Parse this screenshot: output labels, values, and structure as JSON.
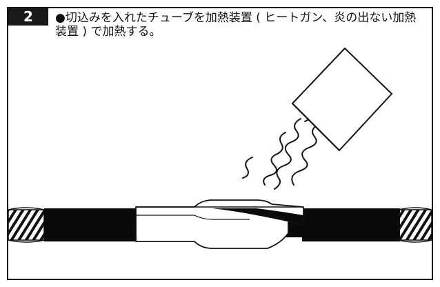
{
  "step": {
    "number": "2"
  },
  "instruction": {
    "text": "●切込みを入れたチューブを加熱装置 ( ヒートガン、炎の出ない加熱装置 ) で加熱する。"
  },
  "colors": {
    "border": "#111111",
    "badge_background": "#1a1a1a",
    "badge_text": "#ffffff",
    "cable_sheath": "#0a0a0a",
    "tube": "#ffffff"
  },
  "illustration": {
    "heat_gun_icon": "heat-gun-nozzle",
    "heat_wave_icon": "heat-wave",
    "cable_icon": "twisted-cable",
    "tube_icon": "heat-shrink-tube"
  }
}
